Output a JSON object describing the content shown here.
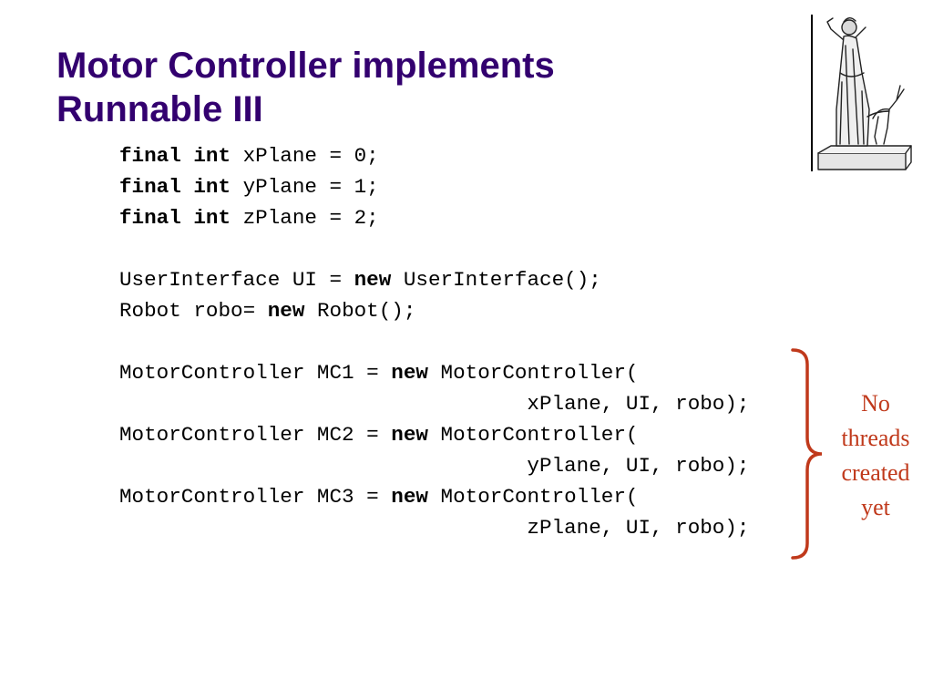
{
  "slide": {
    "title_line1": "Motor Controller implements",
    "title_line2": "Runnable III",
    "title_color": "#33006f"
  },
  "code": {
    "lines": [
      [
        {
          "t": "final int",
          "kw": true
        },
        {
          "t": " xPlane = 0;",
          "kw": false
        }
      ],
      [
        {
          "t": "final int",
          "kw": true
        },
        {
          "t": " yPlane = 1;",
          "kw": false
        }
      ],
      [
        {
          "t": "final int",
          "kw": true
        },
        {
          "t": " zPlane = 2;",
          "kw": false
        }
      ],
      [],
      [
        {
          "t": "UserInterface UI = ",
          "kw": false
        },
        {
          "t": "new",
          "kw": true
        },
        {
          "t": " UserInterface();",
          "kw": false
        }
      ],
      [
        {
          "t": "Robot robo= ",
          "kw": false
        },
        {
          "t": "new",
          "kw": true
        },
        {
          "t": " Robot();",
          "kw": false
        }
      ],
      [],
      [
        {
          "t": "MotorController MC1 = ",
          "kw": false
        },
        {
          "t": "new",
          "kw": true
        },
        {
          "t": " MotorController(",
          "kw": false
        }
      ],
      [
        {
          "t": "                                 xPlane, UI, robo);",
          "kw": false
        }
      ],
      [
        {
          "t": "MotorController MC2 = ",
          "kw": false
        },
        {
          "t": "new",
          "kw": true
        },
        {
          "t": " MotorController(",
          "kw": false
        }
      ],
      [
        {
          "t": "                                 yPlane, UI, robo);",
          "kw": false
        }
      ],
      [
        {
          "t": "MotorController MC3 = ",
          "kw": false
        },
        {
          "t": "new",
          "kw": true
        },
        {
          "t": " MotorController(",
          "kw": false
        }
      ],
      [
        {
          "t": "                                 zPlane, UI, robo);",
          "kw": false
        }
      ]
    ]
  },
  "annotation": {
    "lines": [
      "No",
      "threads",
      "created",
      "yet"
    ],
    "color": "#c0391b"
  },
  "logo": {
    "icon": "statue-of-artemis-with-deer-icon"
  }
}
